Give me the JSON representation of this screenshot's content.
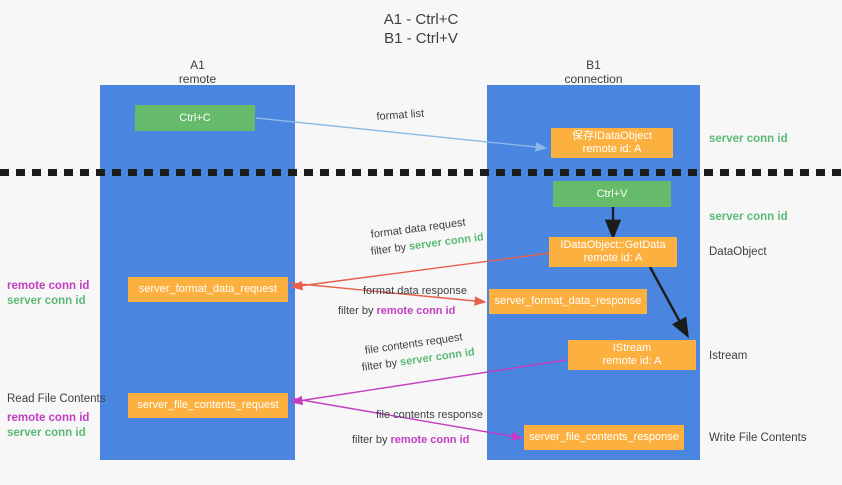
{
  "title": {
    "line1": "A1 - Ctrl+C",
    "line2": "B1 - Ctrl+V"
  },
  "lanes": [
    {
      "name": "A1",
      "sub": "remote"
    },
    {
      "name": "B1",
      "sub": "connection"
    }
  ],
  "boxes": {
    "ctrl_c": "Ctrl+C",
    "ctrl_v": "Ctrl+V",
    "idataobject": {
      "line1": "保存IDataObject",
      "line2": "remote id: A"
    },
    "getdata": {
      "line1": "IDataObject::GetData",
      "line2": "remote id: A"
    },
    "istream": {
      "line1": "IStream",
      "line2": "remote id: A"
    },
    "server_format_data_request": "server_format_data_request",
    "server_format_data_response": "server_format_data_response",
    "server_file_contents_request": "server_file_contents_request",
    "server_file_contents_response": "server_file_contents_response"
  },
  "arrow_labels": {
    "format_list": "format list",
    "format_data_request": "format data request",
    "format_data_request_filter_prefix": "filter by ",
    "format_data_request_filter_value": "server conn id",
    "format_data_response": "format data response",
    "format_data_response_filter_prefix": "filter by ",
    "format_data_response_filter_value": "remote conn id",
    "file_contents_request": "file contents request",
    "file_contents_request_filter_prefix": "filter by ",
    "file_contents_request_filter_value": "server conn id",
    "file_contents_response": "file contents response",
    "file_contents_response_filter_prefix": "filter by ",
    "file_contents_response_filter_value": "remote conn id"
  },
  "side_labels": {
    "right_server_conn_id_top": "server conn id",
    "right_server_conn_id_mid": "server conn id",
    "right_dataobject": "DataObject",
    "right_istream": "Istream",
    "right_write_file_contents": "Write File Contents",
    "left_read_file_contents": "Read File Contents",
    "left_remote_conn_id_1": "remote conn id",
    "left_server_conn_id_1": "server conn id",
    "left_remote_conn_id_2": "remote conn id",
    "left_server_conn_id_2": "server conn id"
  },
  "colors": {
    "lane": "#4a86e0",
    "green_box": "#66bb6a",
    "orange_box": "#fbb040",
    "server_conn_id": "#5bb974",
    "remote_conn_id": "#c23ec2",
    "red_arrow": "#e8604c",
    "magenta_arrow": "#c23ec2",
    "blue_arrow": "#8ab9e8",
    "black_arrow": "#1c1c1c",
    "background": "#f7f7f7"
  }
}
